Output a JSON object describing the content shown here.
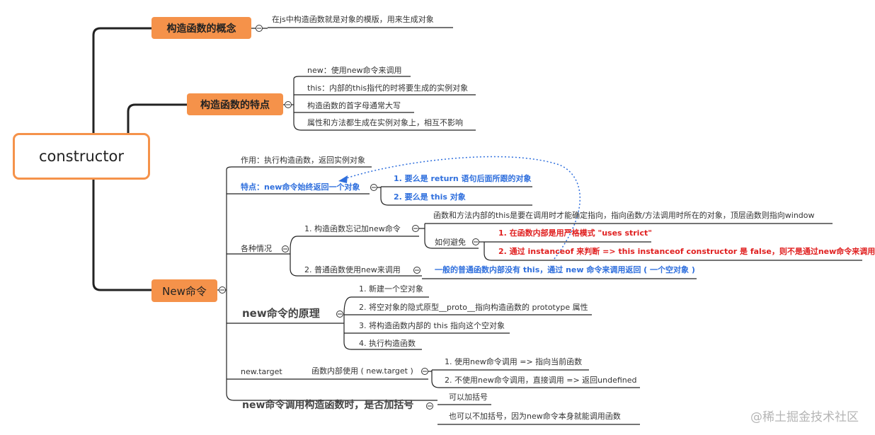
{
  "root": "constructor",
  "concept": {
    "title": "构造函数的概念",
    "desc": "在js中构造函数就是对象的模版，用来生成对象"
  },
  "features": {
    "title": "构造函数的特点",
    "items": [
      "new：使用new命令来调用",
      "this：内部的this指代的时将要生成的实例对象",
      "构造函数的首字母通常大写",
      "属性和方法都生成在实例对象上，相互不影响"
    ]
  },
  "newcmd": {
    "title": "New命令",
    "purpose": "作用：执行构造函数，返回实例对象",
    "trait": {
      "label": "特点：new命令始终返回一个对象",
      "items": [
        "1. 要么是 return 语句后面所跟的对象",
        "2. 要么是 this 对象"
      ]
    },
    "cases": {
      "label": "各种情况",
      "forget": {
        "label": "1. 构造函数忘记加new命令",
        "desc": "函数和方法内部的this是要在调用时才能确定指向，指向函数/方法调用时所在的对象，顶层函数则指向window",
        "avoid": {
          "label": "如何避免",
          "items": [
            "1. 在函数内部是用严格模式 \"uses strict\"",
            "2. 通过 instanceof 来判断 =>  this instanceof constructor 是 false，则不是通过new命令来调用"
          ]
        }
      },
      "normal": {
        "label": "2. 普通函数使用new来调用",
        "desc": "一般的普通函数内部没有 this，通过 new 命令来调用返回 ( 一个空对象 )"
      }
    },
    "principle": {
      "label": "new命令的原理",
      "items": [
        "1. 新建一个空对象",
        "2. 将空对象的隐式原型__proto__指向构造函数的 prototype 属性",
        "3. 将构造函数内部的 this 指向这个空对象",
        "4. 执行构造函数"
      ]
    },
    "target": {
      "label": "new.target",
      "sub": "函数内部使用 ( new.target )",
      "items": [
        "1. 使用new命令调用 => 指向当前函数",
        "2. 不使用new命令调用，直接调用 => 返回undefined"
      ]
    },
    "paren": {
      "label": "new命令调用构造函数时，是否加括号",
      "items": [
        "可以加括号",
        "也可以不加括号，因为new命令本身就能调用函数"
      ]
    }
  },
  "watermark": "@稀土掘金技术社区",
  "colors": {
    "accent": "#f5924a",
    "blue": "#2f6fdd",
    "red": "#e02020"
  }
}
